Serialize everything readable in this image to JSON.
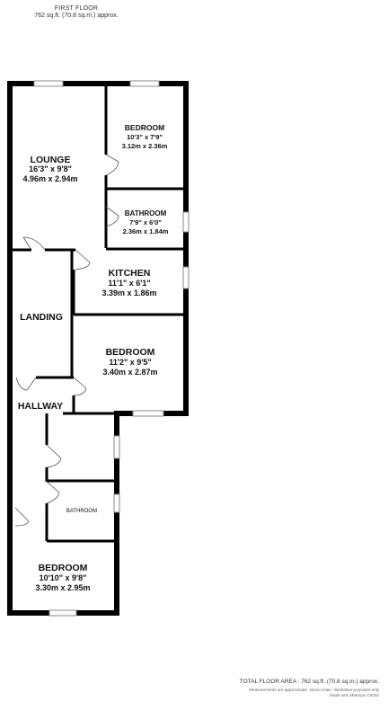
{
  "header": {
    "floor": "FIRST FLOOR",
    "area": "762 sq.ft. (70.8 sq.m.) approx."
  },
  "rooms": {
    "lounge": {
      "name": "LOUNGE",
      "imperial": "16'3\" x 9'8\"",
      "metric": "4.96m x 2.94m"
    },
    "bedroom_top": {
      "name": "BEDROOM",
      "imperial": "10'3\" x 7'9\"",
      "metric": "3.12m x 2.36m"
    },
    "bathroom_top": {
      "name": "BATHROOM",
      "imperial": "7'9\" x 6'0\"",
      "metric": "2.36m x 1.84m"
    },
    "kitchen": {
      "name": "KITCHEN",
      "imperial": "11'1\" x 6'1\"",
      "metric": "3.39m x 1.86m"
    },
    "landing": {
      "name": "LANDING"
    },
    "bedroom_mid": {
      "name": "BEDROOM",
      "imperial": "11'2\" x 9'5\"",
      "metric": "3.40m x 2.87m"
    },
    "hallway": {
      "name": "HALLWAY"
    },
    "bathroom_small": {
      "name": "BATHROOM"
    },
    "bedroom_bottom": {
      "name": "BEDROOM",
      "imperial": "10'10\" x 9'8\"",
      "metric": "3.30m x 2.95m"
    }
  },
  "footer": {
    "total": "TOTAL FLOOR AREA : 762 sq.ft. (70.8 sq.m.) approx.",
    "disclaimer": "Measurements are approximate. Not to scale. Illustrative purposes only",
    "credit": "Made with Metropix ©2022"
  }
}
